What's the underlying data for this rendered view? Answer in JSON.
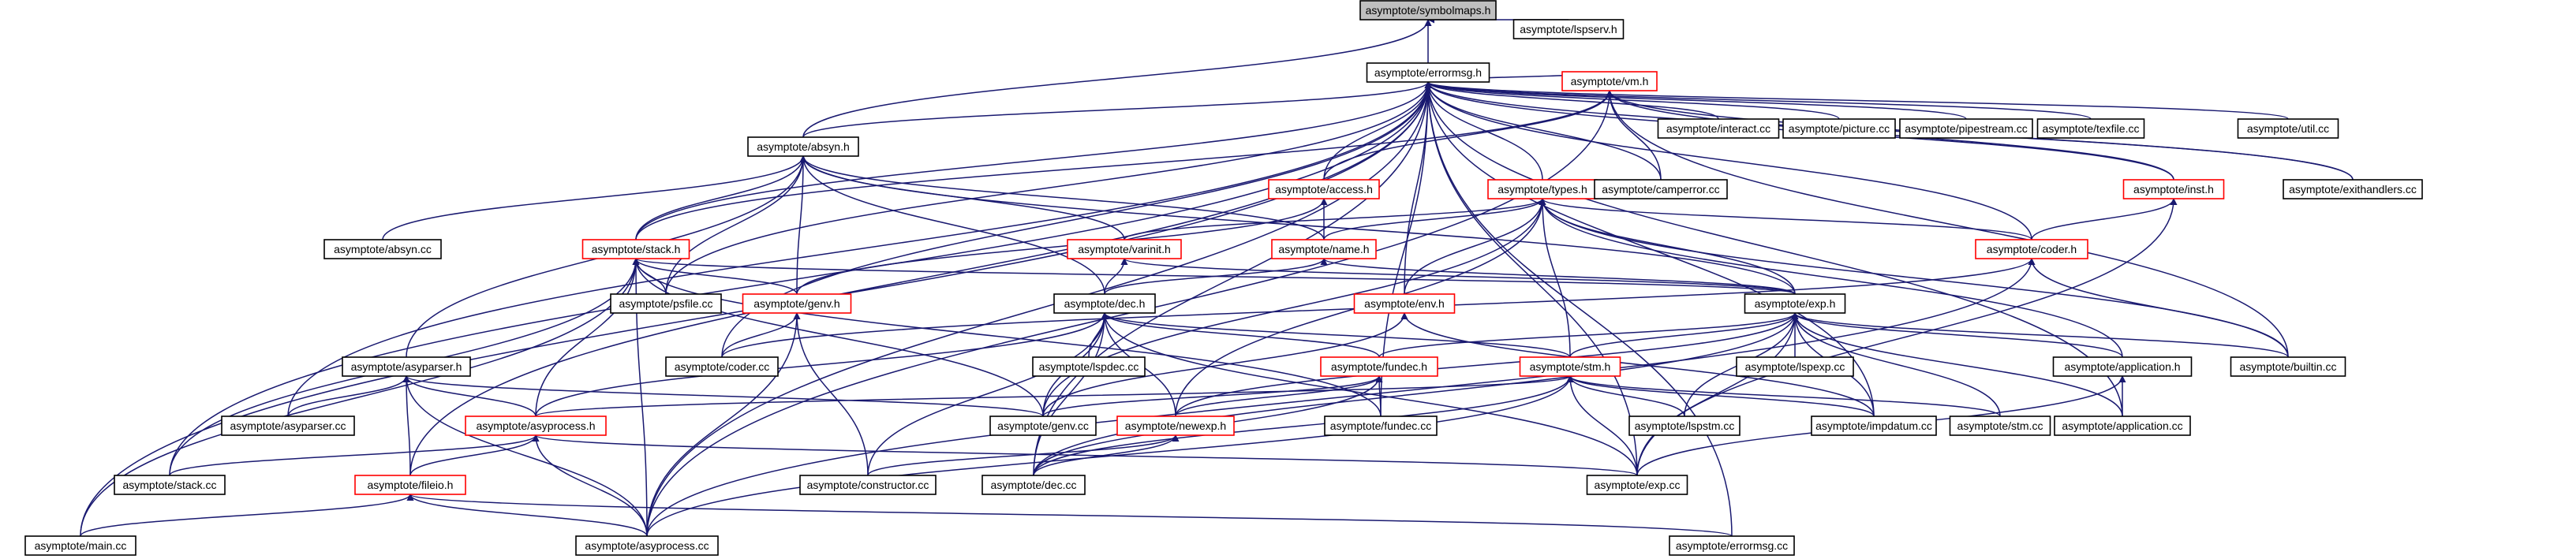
{
  "colors": {
    "edge": "#191970",
    "border_normal": "#000000",
    "border_truncated": "#ff0000",
    "root_fill": "#bfbfbf",
    "node_fill": "#ffffff"
  },
  "nodes": [
    {
      "id": "symbolmaps_h",
      "label": "asymptote/symbolmaps.h",
      "root": true
    },
    {
      "id": "errormsg_h",
      "label": "asymptote/errormsg.h"
    },
    {
      "id": "lspserv_h",
      "label": "asymptote/lspserv.h"
    },
    {
      "id": "vm_h",
      "label": "asymptote/vm.h",
      "truncated": true
    },
    {
      "id": "interact_cc",
      "label": "asymptote/interact.cc"
    },
    {
      "id": "picture_cc",
      "label": "asymptote/picture.cc"
    },
    {
      "id": "pipestream_cc",
      "label": "asymptote/pipestream.cc"
    },
    {
      "id": "texfile_cc",
      "label": "asymptote/texfile.cc"
    },
    {
      "id": "util_cc",
      "label": "asymptote/util.cc"
    },
    {
      "id": "absyn_h",
      "label": "asymptote/absyn.h"
    },
    {
      "id": "access_h",
      "label": "asymptote/access.h",
      "truncated": true
    },
    {
      "id": "types_h",
      "label": "asymptote/types.h",
      "truncated": true
    },
    {
      "id": "camperror_cc",
      "label": "asymptote/camperror.cc"
    },
    {
      "id": "inst_h",
      "label": "asymptote/inst.h",
      "truncated": true
    },
    {
      "id": "exithandlers_cc",
      "label": "asymptote/exithandlers.cc"
    },
    {
      "id": "absyn_cc",
      "label": "asymptote/absyn.cc"
    },
    {
      "id": "stack_h",
      "label": "asymptote/stack.h",
      "truncated": true
    },
    {
      "id": "varinit_h",
      "label": "asymptote/varinit.h",
      "truncated": true
    },
    {
      "id": "name_h",
      "label": "asymptote/name.h",
      "truncated": true
    },
    {
      "id": "coder_h",
      "label": "asymptote/coder.h",
      "truncated": true
    },
    {
      "id": "psfile_cc",
      "label": "asymptote/psfile.cc"
    },
    {
      "id": "genv_h",
      "label": "asymptote/genv.h",
      "truncated": true
    },
    {
      "id": "dec_h",
      "label": "asymptote/dec.h"
    },
    {
      "id": "env_h",
      "label": "asymptote/env.h",
      "truncated": true
    },
    {
      "id": "exp_h",
      "label": "asymptote/exp.h"
    },
    {
      "id": "asyparser_h",
      "label": "asymptote/asyparser.h"
    },
    {
      "id": "coder_cc",
      "label": "asymptote/coder.cc"
    },
    {
      "id": "lspdec_cc",
      "label": "asymptote/lspdec.cc"
    },
    {
      "id": "fundec_h",
      "label": "asymptote/fundec.h",
      "truncated": true
    },
    {
      "id": "stm_h",
      "label": "asymptote/stm.h",
      "truncated": true
    },
    {
      "id": "lspexp_cc",
      "label": "asymptote/lspexp.cc"
    },
    {
      "id": "application_h",
      "label": "asymptote/application.h"
    },
    {
      "id": "builtin_cc",
      "label": "asymptote/builtin.cc"
    },
    {
      "id": "asyparser_cc",
      "label": "asymptote/asyparser.cc"
    },
    {
      "id": "asyprocess_h",
      "label": "asymptote/asyprocess.h",
      "truncated": true
    },
    {
      "id": "genv_cc",
      "label": "asymptote/genv.cc"
    },
    {
      "id": "newexp_h",
      "label": "asymptote/newexp.h",
      "truncated": true
    },
    {
      "id": "fundec_cc",
      "label": "asymptote/fundec.cc"
    },
    {
      "id": "lspstm_cc",
      "label": "asymptote/lspstm.cc"
    },
    {
      "id": "impdatum_cc",
      "label": "asymptote/impdatum.cc"
    },
    {
      "id": "stm_cc",
      "label": "asymptote/stm.cc"
    },
    {
      "id": "application_cc",
      "label": "asymptote/application.cc"
    },
    {
      "id": "stack_cc",
      "label": "asymptote/stack.cc"
    },
    {
      "id": "fileio_h",
      "label": "asymptote/fileio.h",
      "truncated": true
    },
    {
      "id": "constructor_cc",
      "label": "asymptote/constructor.cc"
    },
    {
      "id": "dec_cc",
      "label": "asymptote/dec.cc"
    },
    {
      "id": "exp_cc",
      "label": "asymptote/exp.cc"
    },
    {
      "id": "main_cc",
      "label": "asymptote/main.cc"
    },
    {
      "id": "asyprocess_cc",
      "label": "asymptote/asyprocess.cc"
    },
    {
      "id": "errormsg_cc",
      "label": "asymptote/errormsg.cc"
    }
  ],
  "edges": [
    [
      "errormsg_h",
      "symbolmaps_h"
    ],
    [
      "lspserv_h",
      "symbolmaps_h"
    ],
    [
      "absyn_h",
      "symbolmaps_h"
    ],
    [
      "vm_h",
      "errormsg_h"
    ],
    [
      "interact_cc",
      "errormsg_h"
    ],
    [
      "picture_cc",
      "errormsg_h"
    ],
    [
      "pipestream_cc",
      "errormsg_h"
    ],
    [
      "texfile_cc",
      "errormsg_h"
    ],
    [
      "util_cc",
      "errormsg_h"
    ],
    [
      "absyn_h",
      "errormsg_h"
    ],
    [
      "access_h",
      "errormsg_h"
    ],
    [
      "types_h",
      "errormsg_h"
    ],
    [
      "camperror_cc",
      "errormsg_h"
    ],
    [
      "inst_h",
      "errormsg_h"
    ],
    [
      "exithandlers_cc",
      "errormsg_h"
    ],
    [
      "stack_h",
      "errormsg_h"
    ],
    [
      "coder_h",
      "errormsg_h"
    ],
    [
      "psfile_cc",
      "errormsg_h"
    ],
    [
      "env_h",
      "errormsg_h"
    ],
    [
      "coder_cc",
      "errormsg_h"
    ],
    [
      "fundec_cc",
      "errormsg_h"
    ],
    [
      "asyparser_cc",
      "errormsg_h"
    ],
    [
      "stack_cc",
      "errormsg_h"
    ],
    [
      "fileio_h",
      "errormsg_h"
    ],
    [
      "dec_cc",
      "errormsg_h"
    ],
    [
      "exp_cc",
      "errormsg_h"
    ],
    [
      "main_cc",
      "errormsg_h"
    ],
    [
      "asyprocess_cc",
      "errormsg_h"
    ],
    [
      "errormsg_cc",
      "errormsg_h"
    ],
    [
      "application_cc",
      "errormsg_h"
    ],
    [
      "impdatum_cc",
      "errormsg_h"
    ],
    [
      "access_h",
      "vm_h"
    ],
    [
      "camperror_cc",
      "vm_h"
    ],
    [
      "inst_h",
      "vm_h"
    ],
    [
      "exithandlers_cc",
      "vm_h"
    ],
    [
      "stack_h",
      "vm_h"
    ],
    [
      "builtin_cc",
      "vm_h"
    ],
    [
      "asyprocess_cc",
      "vm_h"
    ],
    [
      "absyn_cc",
      "absyn_h"
    ],
    [
      "stack_h",
      "absyn_h"
    ],
    [
      "varinit_h",
      "absyn_h"
    ],
    [
      "name_h",
      "absyn_h"
    ],
    [
      "psfile_cc",
      "absyn_h"
    ],
    [
      "genv_h",
      "absyn_h"
    ],
    [
      "dec_h",
      "absyn_h"
    ],
    [
      "exp_h",
      "absyn_h"
    ],
    [
      "asyparser_h",
      "absyn_h"
    ],
    [
      "genv_h",
      "access_h"
    ],
    [
      "name_h",
      "access_h"
    ],
    [
      "varinit_h",
      "types_h"
    ],
    [
      "name_h",
      "types_h"
    ],
    [
      "coder_h",
      "types_h"
    ],
    [
      "env_h",
      "types_h"
    ],
    [
      "exp_h",
      "types_h"
    ],
    [
      "stm_h",
      "types_h"
    ],
    [
      "application_h",
      "types_h"
    ],
    [
      "builtin_cc",
      "types_h"
    ],
    [
      "genv_cc",
      "types_h"
    ],
    [
      "newexp_h",
      "types_h"
    ],
    [
      "coder_h",
      "inst_h"
    ],
    [
      "exp_cc",
      "inst_h"
    ],
    [
      "genv_h",
      "stack_h"
    ],
    [
      "psfile_cc",
      "stack_h"
    ],
    [
      "exp_h",
      "stack_h"
    ],
    [
      "genv_cc",
      "stack_h"
    ],
    [
      "stack_cc",
      "stack_h"
    ],
    [
      "main_cc",
      "stack_h"
    ],
    [
      "asyprocess_cc",
      "stack_h"
    ],
    [
      "fundec_cc",
      "stack_h"
    ],
    [
      "asyprocess_h",
      "stack_h"
    ],
    [
      "dec_h",
      "varinit_h"
    ],
    [
      "exp_h",
      "varinit_h"
    ],
    [
      "dec_h",
      "name_h"
    ],
    [
      "exp_h",
      "name_h"
    ],
    [
      "builtin_cc",
      "coder_h"
    ],
    [
      "asyprocess_cc",
      "coder_h"
    ],
    [
      "coder_cc",
      "coder_h"
    ],
    [
      "coder_cc",
      "genv_h"
    ],
    [
      "asyprocess_cc",
      "genv_h"
    ],
    [
      "constructor_cc",
      "genv_h"
    ],
    [
      "lspdec_cc",
      "dec_h"
    ],
    [
      "fundec_h",
      "dec_h"
    ],
    [
      "stm_h",
      "dec_h"
    ],
    [
      "asyprocess_h",
      "dec_h"
    ],
    [
      "genv_cc",
      "dec_h"
    ],
    [
      "newexp_h",
      "dec_h"
    ],
    [
      "constructor_cc",
      "dec_h"
    ],
    [
      "dec_cc",
      "dec_h"
    ],
    [
      "exp_cc",
      "dec_h"
    ],
    [
      "genv_cc",
      "env_h"
    ],
    [
      "impdatum_cc",
      "env_h"
    ],
    [
      "lspexp_cc",
      "exp_h"
    ],
    [
      "application_h",
      "exp_h"
    ],
    [
      "builtin_cc",
      "exp_h"
    ],
    [
      "fundec_h",
      "exp_h"
    ],
    [
      "stm_h",
      "exp_h"
    ],
    [
      "newexp_h",
      "exp_h"
    ],
    [
      "lspstm_cc",
      "exp_h"
    ],
    [
      "impdatum_cc",
      "exp_h"
    ],
    [
      "stm_cc",
      "exp_h"
    ],
    [
      "application_cc",
      "exp_h"
    ],
    [
      "exp_cc",
      "exp_h"
    ],
    [
      "dec_cc",
      "exp_h"
    ],
    [
      "asyparser_cc",
      "asyparser_h"
    ],
    [
      "asyprocess_h",
      "asyparser_h"
    ],
    [
      "genv_cc",
      "asyparser_h"
    ],
    [
      "fileio_h",
      "asyparser_h"
    ],
    [
      "asyprocess_cc",
      "asyparser_h"
    ],
    [
      "genv_cc",
      "fundec_h"
    ],
    [
      "newexp_h",
      "fundec_h"
    ],
    [
      "fundec_cc",
      "fundec_h"
    ],
    [
      "dec_cc",
      "fundec_h"
    ],
    [
      "asyprocess_h",
      "stm_h"
    ],
    [
      "lspstm_cc",
      "stm_h"
    ],
    [
      "stm_cc",
      "stm_h"
    ],
    [
      "dec_cc",
      "stm_h"
    ],
    [
      "exp_cc",
      "stm_h"
    ],
    [
      "asyprocess_cc",
      "stm_h"
    ],
    [
      "impdatum_cc",
      "stm_h"
    ],
    [
      "application_cc",
      "application_h"
    ],
    [
      "exp_cc",
      "application_h"
    ],
    [
      "stack_cc",
      "asyprocess_h"
    ],
    [
      "fileio_h",
      "asyprocess_h"
    ],
    [
      "asyprocess_cc",
      "asyprocess_h"
    ],
    [
      "exp_cc",
      "asyprocess_h"
    ],
    [
      "constructor_cc",
      "newexp_h"
    ],
    [
      "dec_cc",
      "newexp_h"
    ],
    [
      "main_cc",
      "fileio_h"
    ],
    [
      "asyprocess_cc",
      "fileio_h"
    ],
    [
      "errormsg_cc",
      "fileio_h"
    ]
  ]
}
